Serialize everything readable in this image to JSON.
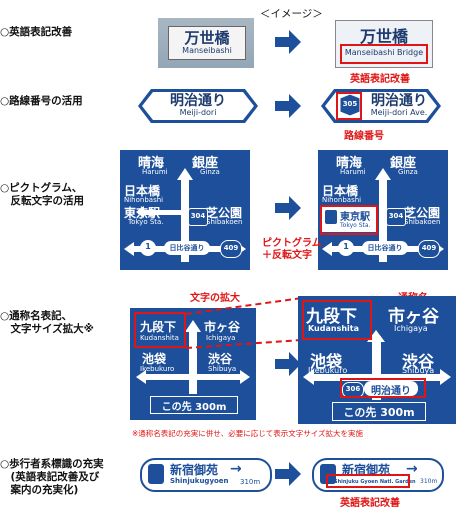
{
  "title": "＜イメージ＞",
  "rows": [
    {
      "heading": [
        "○英語表記改善"
      ]
    },
    {
      "heading": [
        "○路線番号の活用"
      ]
    },
    {
      "heading": [
        "○ピクトグラム、",
        "　反転文字の活用"
      ]
    },
    {
      "heading": [
        "○通称名表記、",
        "　文字サイズ拡大※"
      ]
    },
    {
      "heading": [
        "○歩行者系標識の充実",
        "　(英語表記改善及び",
        "　案内の充実化)"
      ]
    }
  ],
  "row1": {
    "jp": "万世橋",
    "en_before": "Manseibashi",
    "en_after": "Manseibashi Bridge",
    "callout": "英語表記改善"
  },
  "row2": {
    "jp": "明治通り",
    "en_before": "Meiji-dori",
    "en_after": "Meiji-dori Ave.",
    "route_no": "305",
    "callout": "路線番号"
  },
  "row3": {
    "top_left": "晴海",
    "top_left_en": "Harumi",
    "top_right": "銀座",
    "top_right_en": "Ginza",
    "nihonbashi": "日本橋",
    "nihonbashi_en": "Nihonbashi",
    "tokyo": "東京駅",
    "tokyo_en": "Tokyo Sta.",
    "shiba": "芝公園",
    "shiba_en": "Shibakoen",
    "route_a": "304",
    "route_b": "409",
    "route_c": "1",
    "hibiya": "日比谷通り",
    "callout": [
      "ピクトグラム",
      "＋反転文字"
    ]
  },
  "row4": {
    "callout_left": "文字の拡大",
    "callout_right": "通称名",
    "kudan": "九段下",
    "kudan_en": "Kudanshita",
    "ichigaya": "市ヶ谷",
    "ichigaya_en": "Ichigaya",
    "ikebukuro": "池袋",
    "ikebukuro_en": "Ikebukuro",
    "shibuya": "渋谷",
    "shibuya_en": "Shibuya",
    "route": "306",
    "meiji": "明治通り",
    "distance": "この先 300m",
    "note": "※通称名表記の充実に併せ、必要に応じて表示文字サイズ拡大を実施"
  },
  "row5": {
    "jp": "新宿御苑",
    "en_before": "Shinjukugyoen",
    "en_after": "Shinjuku Gyoen Natl. Garden",
    "dist": "310m",
    "callout": "英語表記改善"
  },
  "colors": {
    "sign_blue": "#1d4f9a",
    "callout_red": "#e01616",
    "arrow_blue": "#1d4f9a"
  }
}
